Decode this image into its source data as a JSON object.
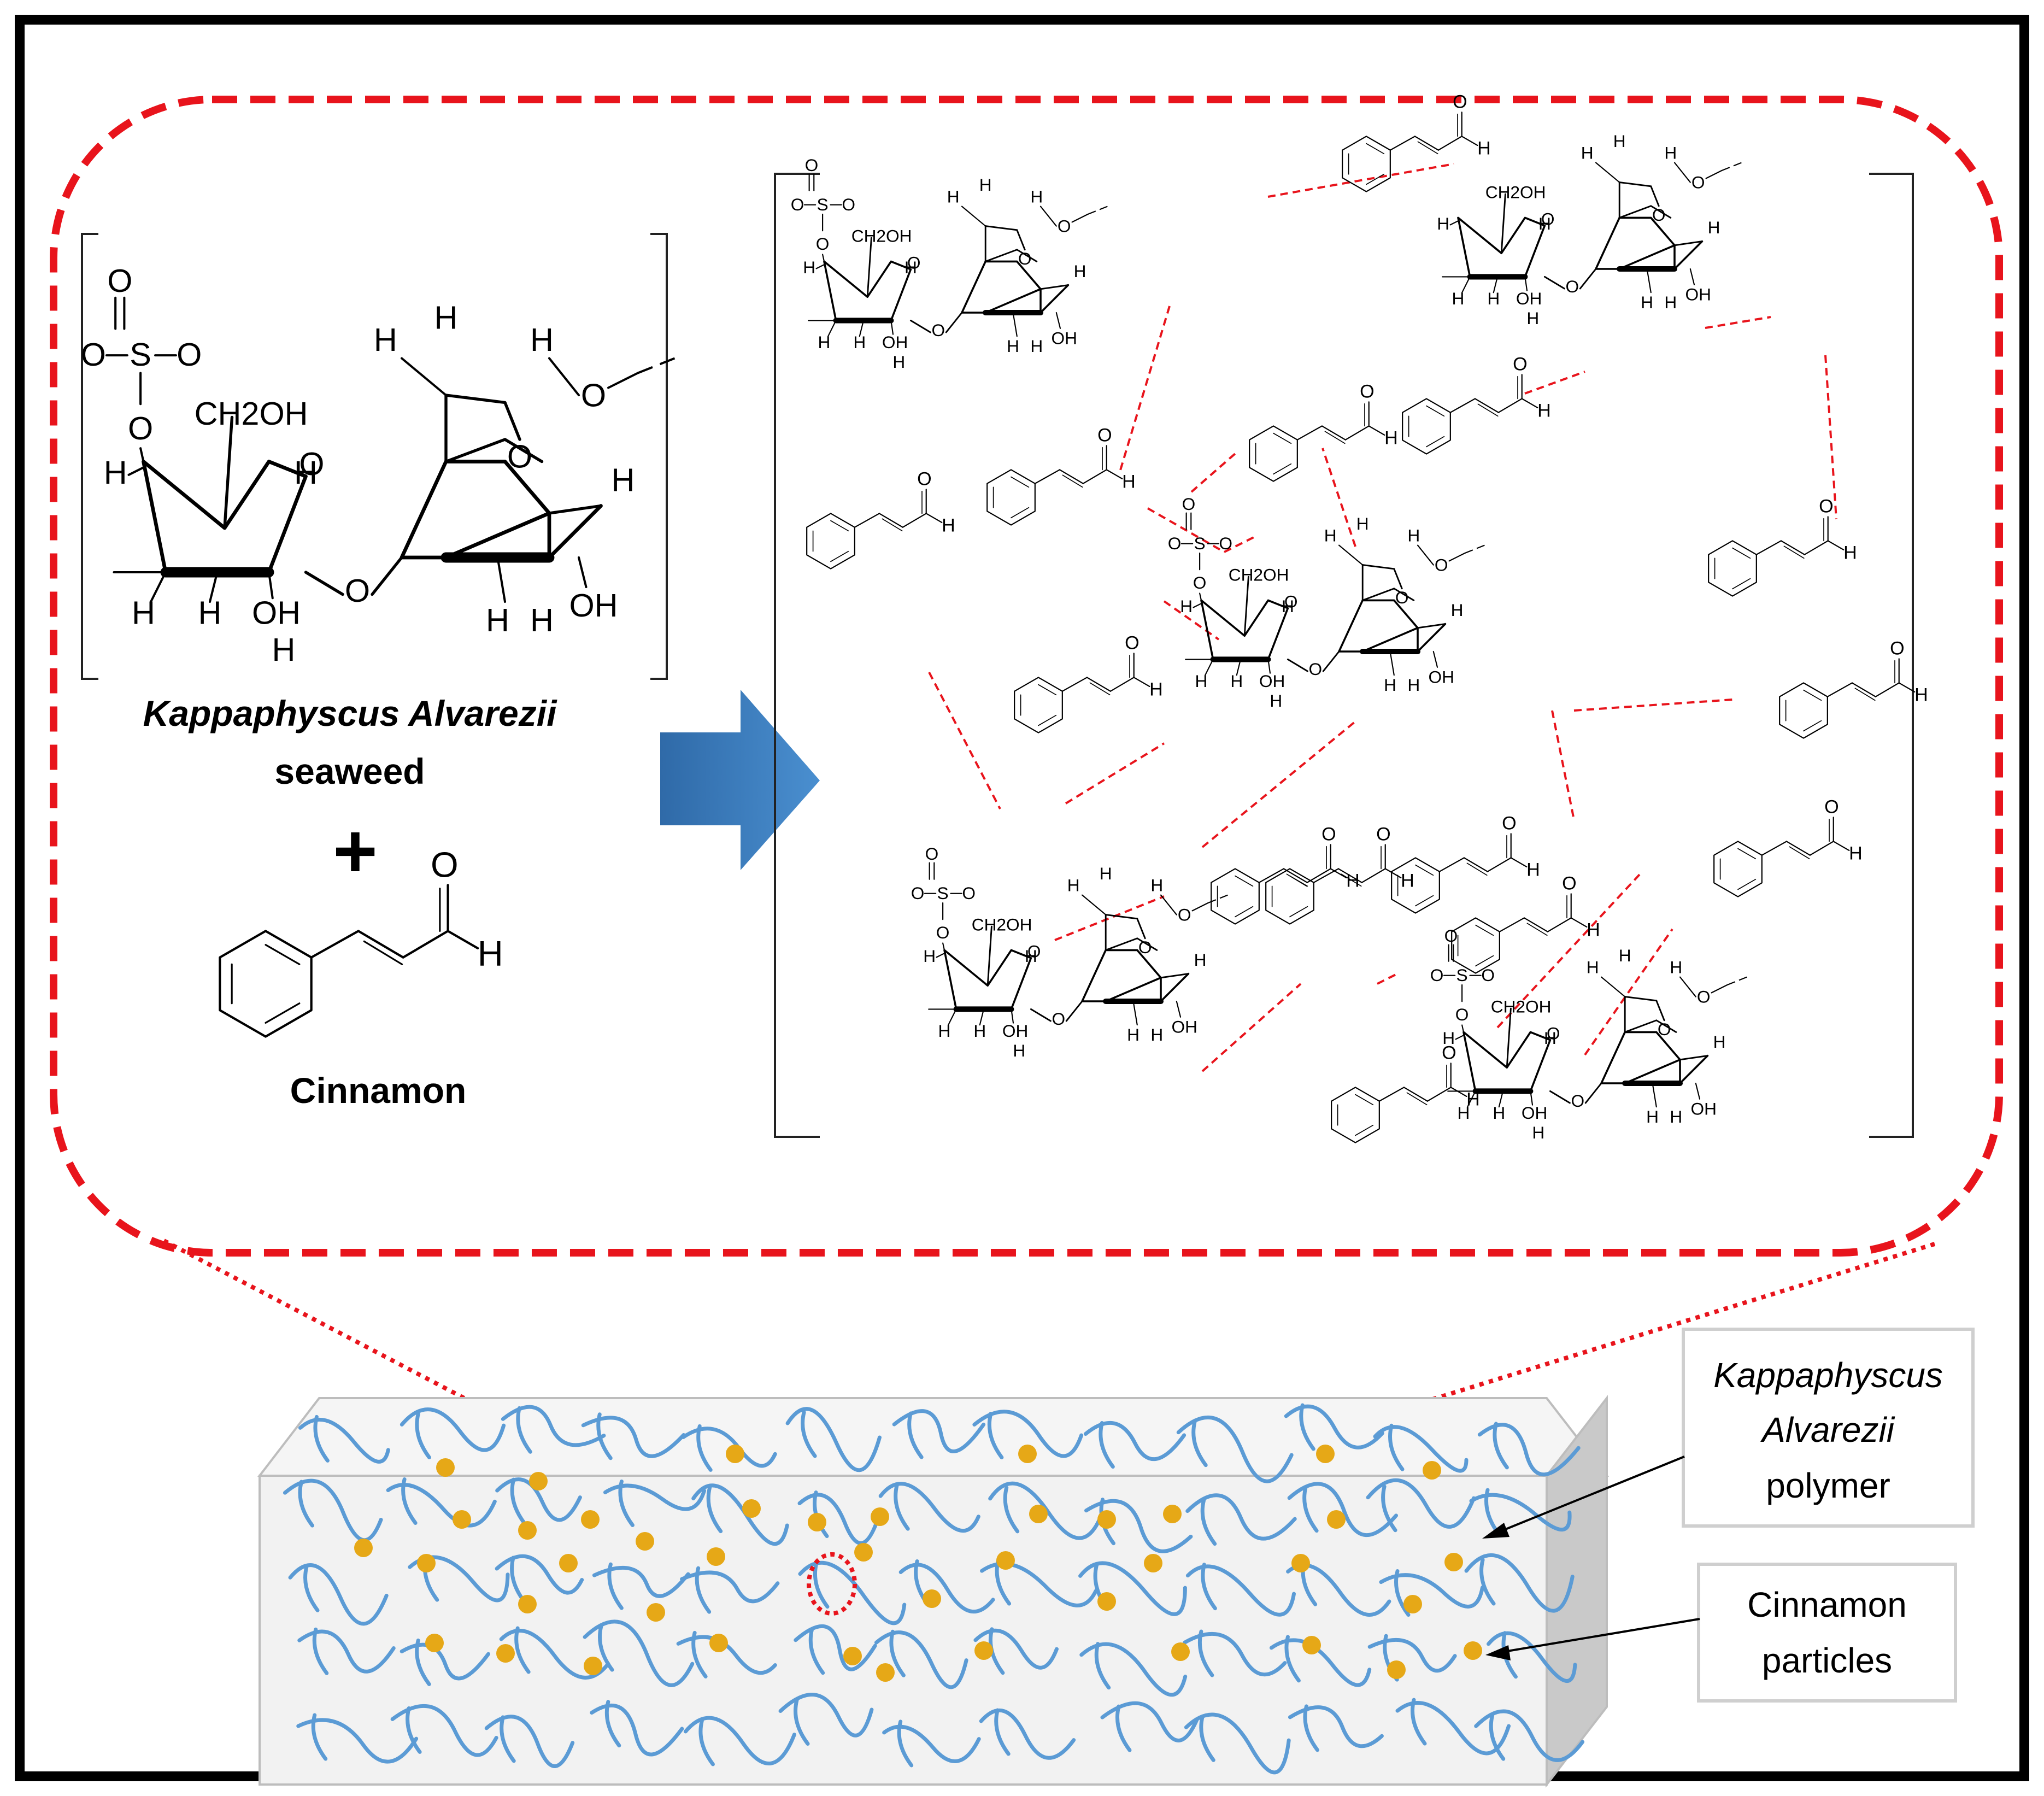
{
  "reactants": {
    "seaweed_name": "Kappaphyscus Alvarezii",
    "seaweed_suffix": "seaweed",
    "plus": "+",
    "cinnamon_label": "Cinnamon"
  },
  "chem": {
    "sulfate_top": "O",
    "sulfate_s": "S",
    "sulfate_o": "O",
    "ring_o": "O",
    "h": "H",
    "oh": "OH",
    "ch2oh": "CH2OH"
  },
  "film_callouts": {
    "polymer_line1": "Kappaphyscus",
    "polymer_line2": "Alvarezii",
    "polymer_line3": "polymer",
    "particles_line1": "Cinnamon",
    "particles_line2": "particles"
  },
  "colors": {
    "dashed_frame": "#e8141c",
    "arrow": "#3d78b8",
    "polymer_chain": "#5b9bd5",
    "particle": "#e6a817",
    "film_face": "#f2f2f2",
    "film_side": "#c9c9c9"
  }
}
